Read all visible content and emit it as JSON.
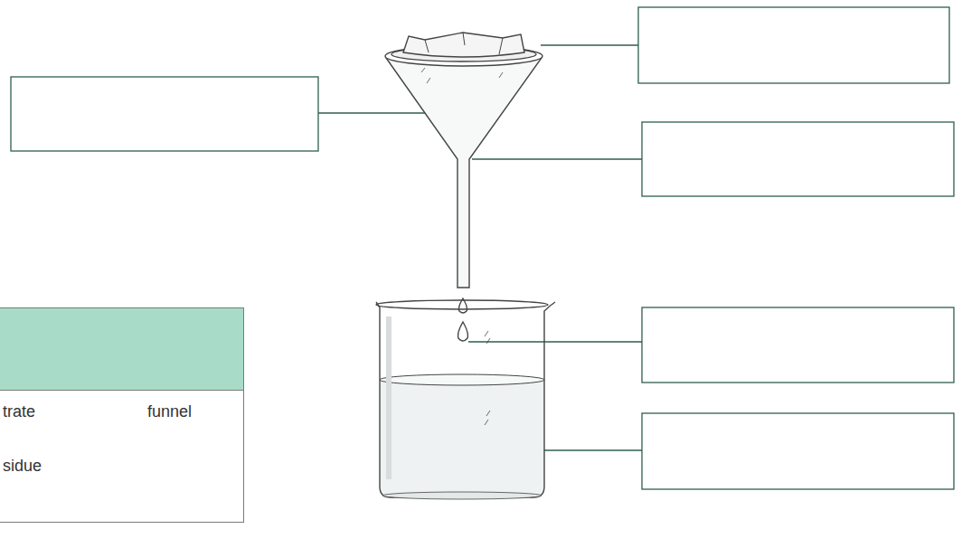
{
  "diagram": {
    "nodes": [
      {
        "text": [
          "trate",
          "funnel",
          "sidue"
        ]
      }
    ]
  }
}
